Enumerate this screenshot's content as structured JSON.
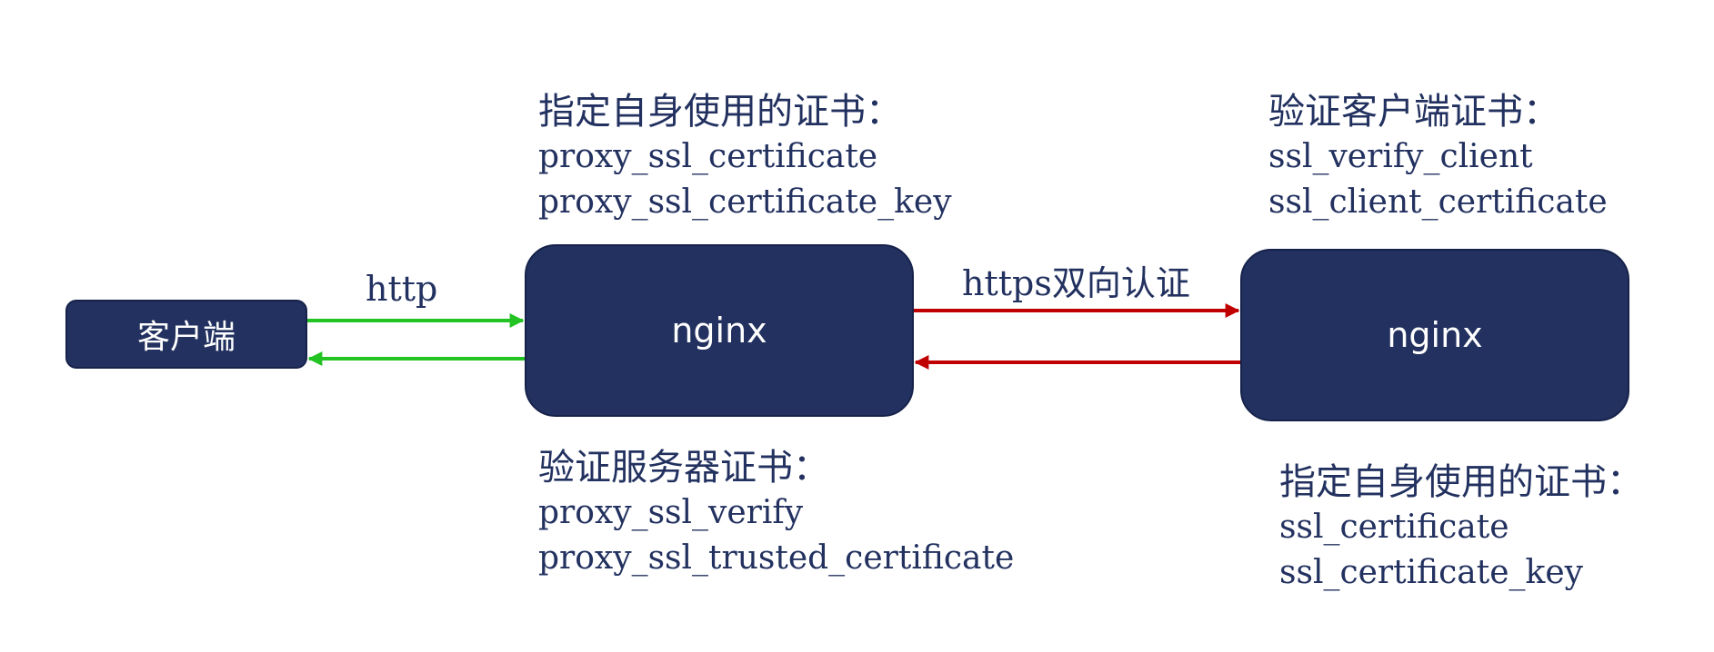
{
  "colors": {
    "node_fill": "#22315f",
    "text": "#22315f",
    "http_arrow": "#22c322",
    "https_arrow": "#c00000"
  },
  "nodes": {
    "client": "客户端",
    "proxy": "nginx",
    "server": "nginx"
  },
  "edges": {
    "http_label": "http",
    "https_label_latin": "https",
    "https_label_cjk": "双向认证"
  },
  "proxy_cert": {
    "heading": "指定自身使用的证书：",
    "lines": [
      "proxy_ssl_certificate",
      "proxy_ssl_certificate_key"
    ]
  },
  "proxy_verify": {
    "heading": "验证服务器证书：",
    "lines": [
      "proxy_ssl_verify",
      "proxy_ssl_trusted_certificate"
    ]
  },
  "server_verify": {
    "heading": "验证客户端证书：",
    "lines": [
      "ssl_verify_client",
      "ssl_client_certificate"
    ]
  },
  "server_cert": {
    "heading": "指定自身使用的证书：",
    "lines": [
      "ssl_certificate",
      "ssl_certificate_key"
    ]
  }
}
